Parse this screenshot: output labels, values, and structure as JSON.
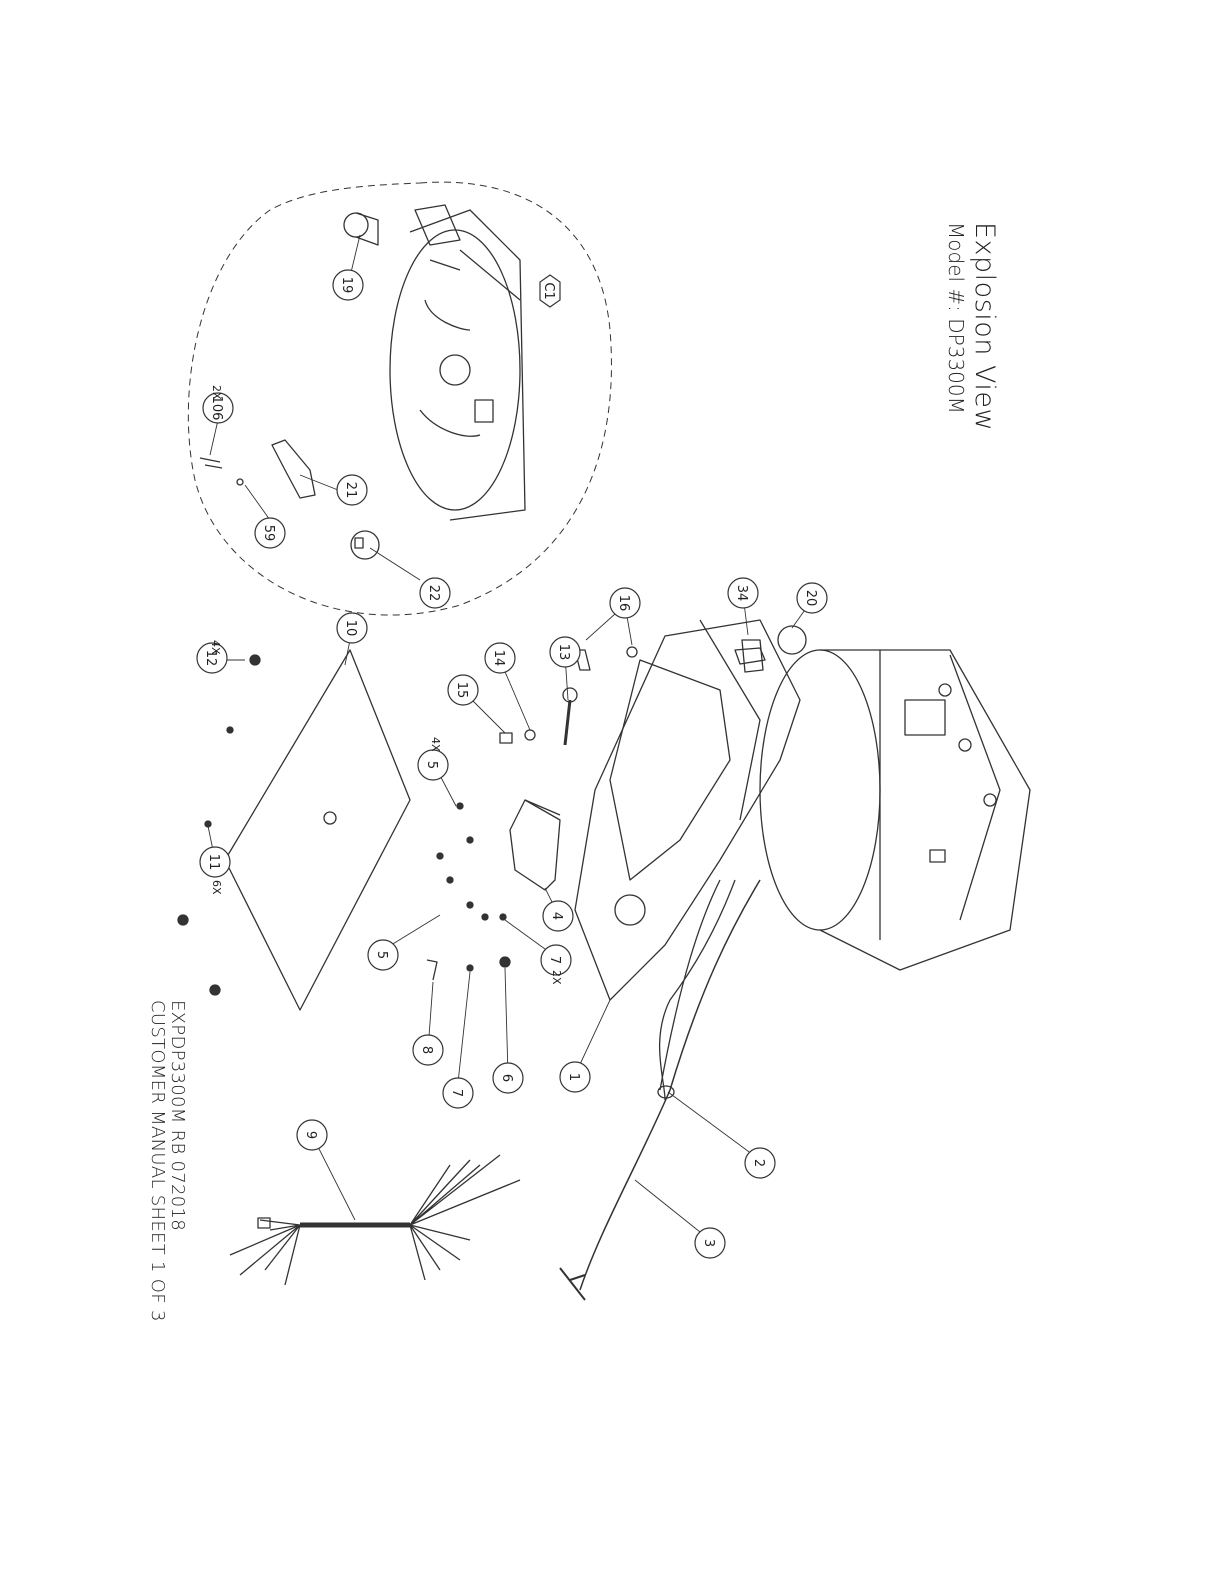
{
  "title": "Explosion View",
  "model": "Model #: DP3300M",
  "doc_line1": "EXPDP3300M RB 072018",
  "doc_line2": "CUSTOMER MANUAL SHEET 1 OF 3",
  "subassembly_label": "C1",
  "callouts": [
    "1",
    "2",
    "3",
    "4",
    "5",
    "5",
    "6",
    "7",
    "7",
    "8",
    "9",
    "10",
    "11",
    "12",
    "13",
    "14",
    "15",
    "16",
    "19",
    "20",
    "21",
    "22",
    "34",
    "59",
    "106"
  ],
  "quantities": [
    "2X",
    "4X",
    "4X",
    "6X",
    "2X"
  ]
}
